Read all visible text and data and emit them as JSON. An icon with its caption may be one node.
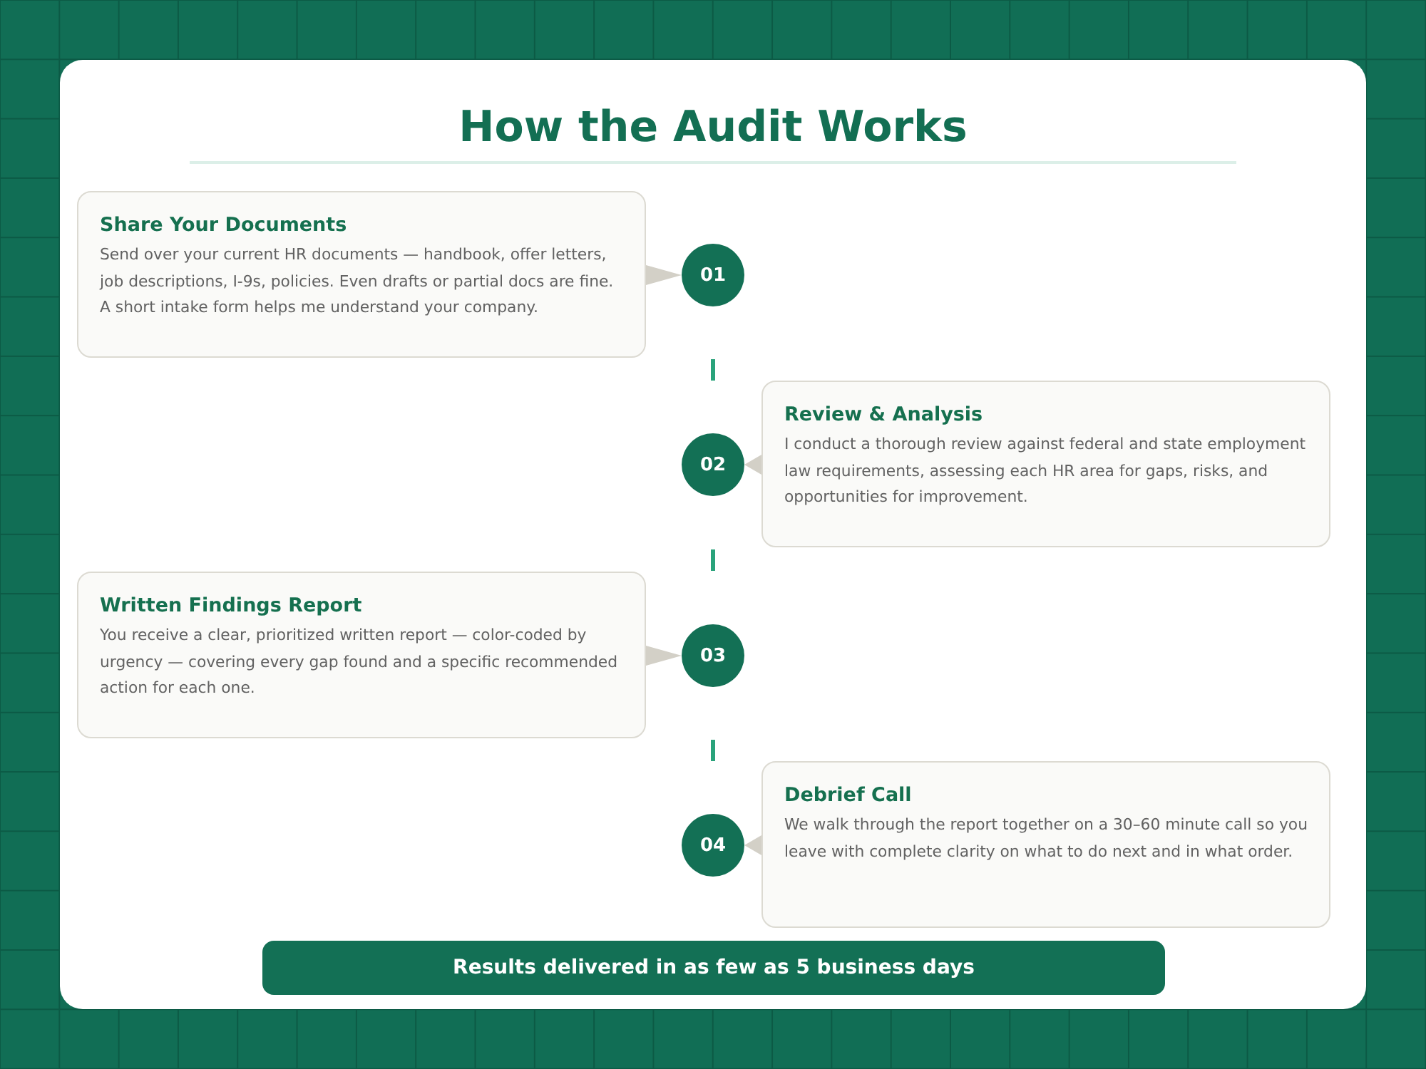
{
  "diagram": {
    "title": "How the Audit Works",
    "nodes": [
      {
        "text": [
          "Share Your Documents",
          "Send over your current HR documents — handbook, offer letters, job descriptions, I-9s, policies. Even drafts or partial docs are fine. A short intake form helps me understand your company."
        ]
      },
      {
        "text": [
          "01"
        ]
      },
      {
        "text": [
          "02"
        ]
      },
      {
        "text": [
          "Review & Analysis",
          "I conduct a thorough review against federal and state employment law requirements, assessing each HR area for gaps, risks, and opportunities for improvement."
        ]
      },
      {
        "text": [
          "Written Findings Report",
          "You receive a clear, prioritized written report — color-coded by urgency — covering every gap found and a specific recommended action for each one."
        ]
      },
      {
        "text": [
          "03"
        ]
      },
      {
        "text": [
          "04"
        ]
      },
      {
        "text": [
          "Debrief Call",
          "We walk through the report together on a 30–60 minute call so you leave with complete clarity on what to do next and in what order."
        ]
      },
      {
        "text": [
          "Results delivered in as few as 5 business days"
        ]
      }
    ],
    "edges": [
      {
        "from": 0,
        "to": 1,
        "arrow": "to"
      },
      {
        "from": 3,
        "to": 2,
        "arrow": "to"
      },
      {
        "from": 4,
        "to": 5,
        "arrow": "to"
      },
      {
        "from": 7,
        "to": 6,
        "arrow": "to"
      },
      {
        "from": 1,
        "to": 2,
        "arrow": "none",
        "style": "dashed",
        "color": "#2aa37b"
      },
      {
        "from": 2,
        "to": 5,
        "arrow": "none",
        "style": "dashed",
        "color": "#2aa37b"
      },
      {
        "from": 5,
        "to": 6,
        "arrow": "none",
        "style": "dashed",
        "color": "#2aa37b"
      }
    ]
  }
}
